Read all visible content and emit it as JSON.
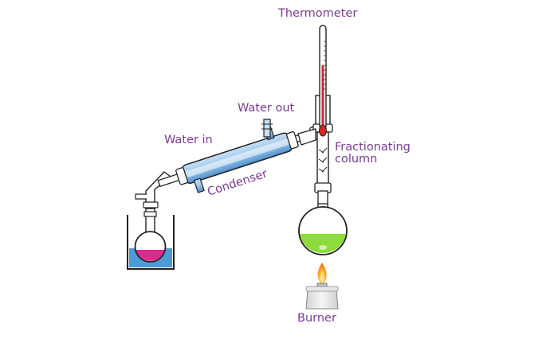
{
  "labels": {
    "thermometer": "Thermometer",
    "water_out": "Water out",
    "water_in": "Water in",
    "fractionating_line1": "Fractionating",
    "fractionating_line2": "column",
    "condenser": "Condenser",
    "burner": "Burner"
  },
  "colors": {
    "label_text": "#7a3b8f",
    "outline": "#222222",
    "glass": "#ffffff",
    "coolant": "#7fb6e2",
    "coolant_dark": "#3f7fc2",
    "beaker_water": "#3b8fd4",
    "distillate": "#e0298f",
    "mixture": "#8ddc3a",
    "mercury": "#d7262c",
    "flame_outer": "#f28c28",
    "flame_inner": "#ffd54a",
    "burner_body": "#e8e8e8"
  },
  "icons": {
    "thermometer": "thermometer-icon",
    "condenser": "condenser-icon",
    "fractionating_column": "fractionating-column-icon",
    "round_flask": "round-bottom-flask-icon",
    "receiving_flask": "receiving-flask-icon",
    "beaker": "beaker-icon",
    "burner": "burner-icon",
    "flame": "flame-icon"
  }
}
